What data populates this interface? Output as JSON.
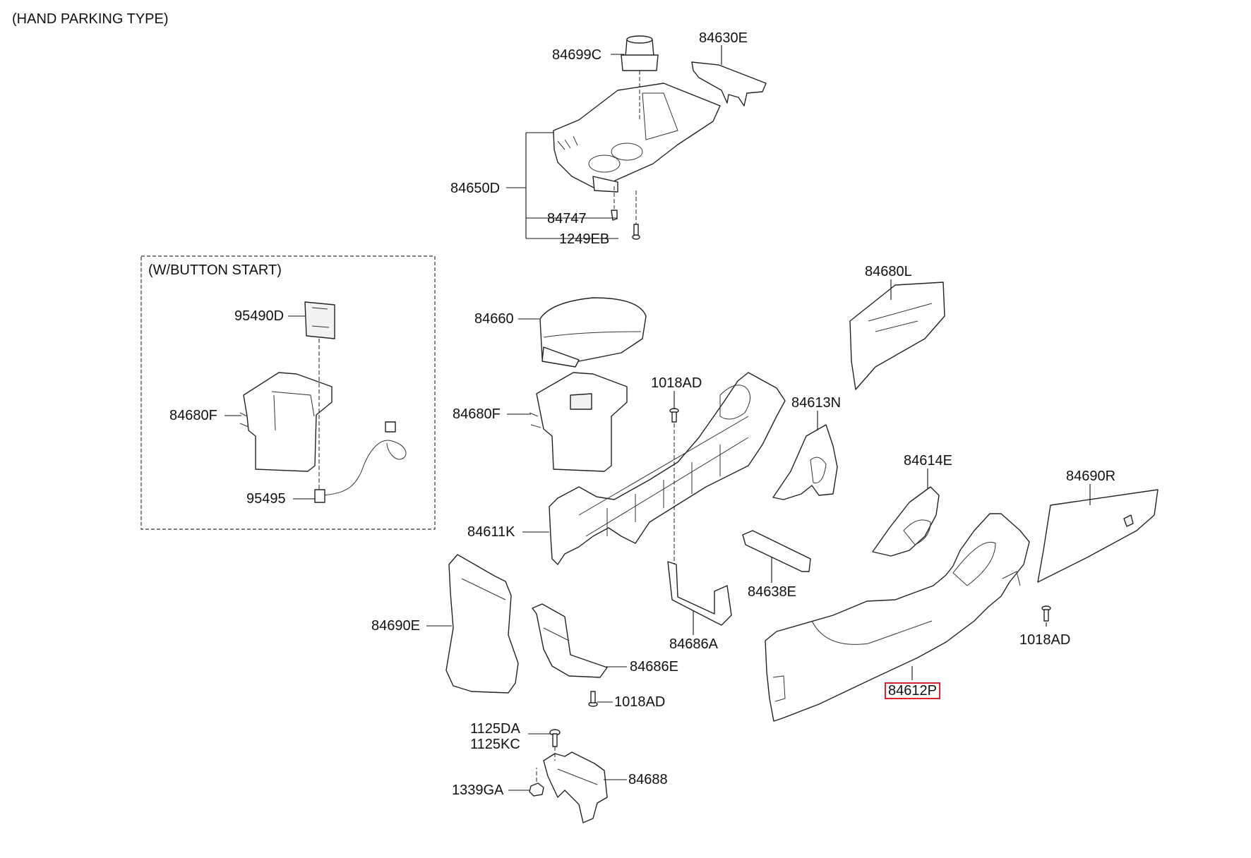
{
  "title": "(HAND PARKING TYPE)",
  "inset_title": "(W/BUTTON START)",
  "highlight_color": "#d9232e",
  "parts": {
    "p84699C": "84699C",
    "p84630E": "84630E",
    "p84650D": "84650D",
    "p84747": "84747",
    "p1249EB": "1249EB",
    "p95490D": "95490D",
    "p84680F_inset": "84680F",
    "p95495": "95495",
    "p84660": "84660",
    "p84680F": "84680F",
    "p1018AD_a": "1018AD",
    "p84680L": "84680L",
    "p84613N": "84613N",
    "p84614E": "84614E",
    "p84690R": "84690R",
    "p84611K": "84611K",
    "p84638E": "84638E",
    "p84690E": "84690E",
    "p84686A": "84686A",
    "p1018AD_b": "1018AD",
    "p84686E": "84686E",
    "p1018AD_c": "1018AD",
    "p84612P": "84612P",
    "p1125DA": "1125DA",
    "p1125KC": "1125KC",
    "p84688": "84688",
    "p1339GA": "1339GA"
  }
}
